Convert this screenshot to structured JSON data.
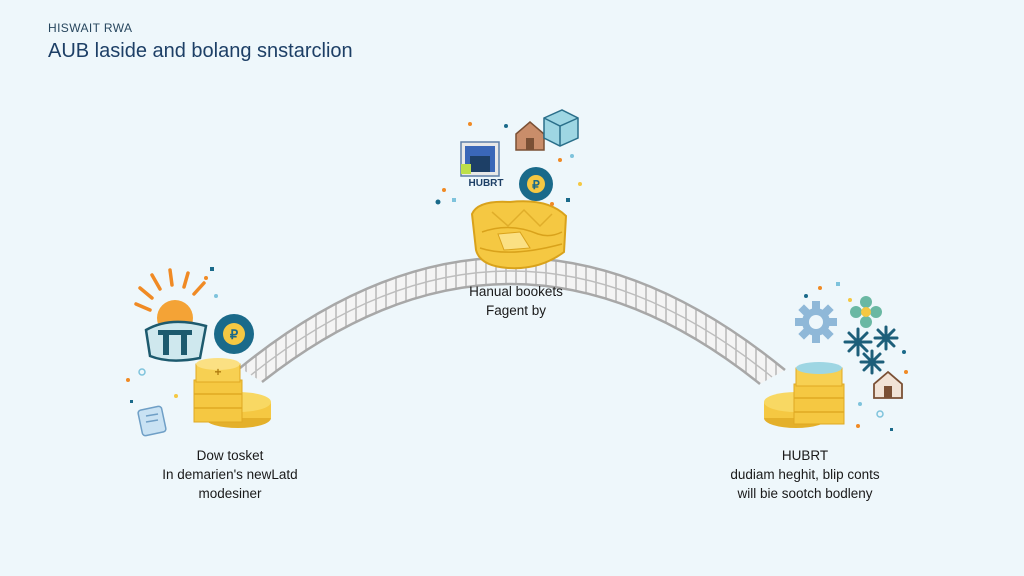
{
  "header": {
    "kicker": "HISWAIT RWA",
    "title": "AUB laside and bolang snstarclion"
  },
  "nodes": {
    "left": {
      "lines": [
        "Dow tosket",
        "In demarien's newLatd",
        "modesiner"
      ]
    },
    "center": {
      "lines": [
        "Hanual bookets",
        "Fagent by"
      ],
      "icon_label": "HUBRT"
    },
    "right": {
      "lines": [
        "HUBRT",
        "dudiam heghit, blip conts",
        "will bie sootch bodleny"
      ]
    }
  },
  "icons": {
    "left": [
      "sunburst-icon",
      "building-icon",
      "coin-badge-icon",
      "coin-stack-icon",
      "document-icon"
    ],
    "center": [
      "monitor-icon",
      "house-icon",
      "cube-icon",
      "coin-badge-icon",
      "gold-pile-icon"
    ],
    "right": [
      "gear-icon",
      "flower-icon",
      "snowflake-icon",
      "house-icon",
      "coin-stack-icon"
    ]
  },
  "colors": {
    "navy": "#1d3f66",
    "teal": "#1a6a8a",
    "gold": "#f5c842",
    "gold_dark": "#d9a21b",
    "bridge": "#a8a8a8",
    "orange": "#f08a24",
    "sky": "#7ec3dc"
  }
}
